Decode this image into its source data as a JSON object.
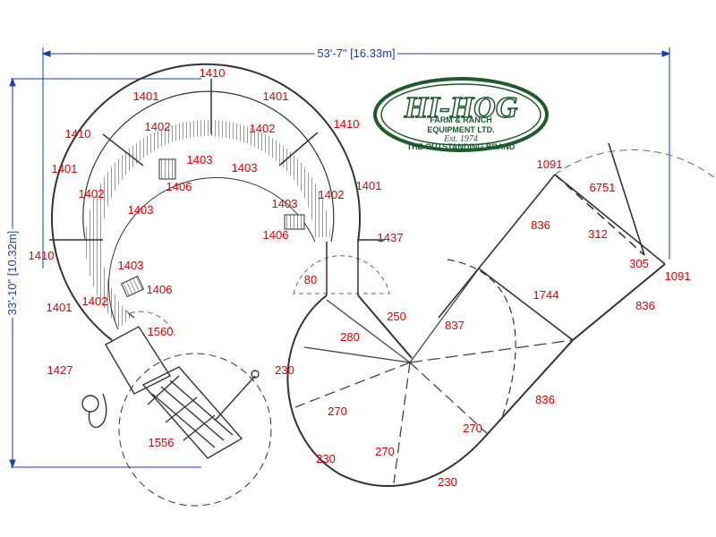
{
  "logo": {
    "brand": "HI-HOG",
    "line1": "FARM & RANCH",
    "line2": "EQUIPMENT LTD.",
    "est": "Est. 1974",
    "tagline": "THE OUTSTANDING BRAND",
    "color": "#1d5a2e"
  },
  "dimensions": {
    "width": "53'-7\" [16.33m]",
    "height": "33'-10\" [10.32m]"
  },
  "colors": {
    "part_label": "#e00000",
    "dimension": "#1a3fa8",
    "line": "#333333"
  },
  "part_labels": [
    {
      "id": "p1410a",
      "text": "1410"
    },
    {
      "id": "p1401a",
      "text": "1401"
    },
    {
      "id": "p1401b",
      "text": "1401"
    },
    {
      "id": "p1410b",
      "text": "1410"
    },
    {
      "id": "p1410c",
      "text": "1410"
    },
    {
      "id": "p1402a",
      "text": "1402"
    },
    {
      "id": "p1402b",
      "text": "1402"
    },
    {
      "id": "p1403a",
      "text": "1403"
    },
    {
      "id": "p1403b",
      "text": "1403"
    },
    {
      "id": "p1401c",
      "text": "1401"
    },
    {
      "id": "p1406a",
      "text": "1406"
    },
    {
      "id": "p1402c",
      "text": "1402"
    },
    {
      "id": "p1401d",
      "text": "1401"
    },
    {
      "id": "p1402d",
      "text": "1402"
    },
    {
      "id": "p1403c",
      "text": "1403"
    },
    {
      "id": "p1403d",
      "text": "1403"
    },
    {
      "id": "p1406b",
      "text": "1406"
    },
    {
      "id": "p1437",
      "text": "1437"
    },
    {
      "id": "p1410d",
      "text": "1410"
    },
    {
      "id": "p1403e",
      "text": "1403"
    },
    {
      "id": "p1406c",
      "text": "1406"
    },
    {
      "id": "p1402e",
      "text": "1402"
    },
    {
      "id": "p1401e",
      "text": "1401"
    },
    {
      "id": "p1560",
      "text": "1560"
    },
    {
      "id": "p1427",
      "text": "1427"
    },
    {
      "id": "p1556",
      "text": "1556"
    },
    {
      "id": "p80",
      "text": "80"
    },
    {
      "id": "p250",
      "text": "250"
    },
    {
      "id": "p280",
      "text": "280"
    },
    {
      "id": "p230a",
      "text": "230"
    },
    {
      "id": "p837",
      "text": "837"
    },
    {
      "id": "p270a",
      "text": "270"
    },
    {
      "id": "p270b",
      "text": "270"
    },
    {
      "id": "p270c",
      "text": "270"
    },
    {
      "id": "p230b",
      "text": "230"
    },
    {
      "id": "p230c",
      "text": "230"
    },
    {
      "id": "p1744",
      "text": "1744"
    },
    {
      "id": "p836a",
      "text": "836"
    },
    {
      "id": "p836b",
      "text": "836"
    },
    {
      "id": "p836c",
      "text": "836"
    },
    {
      "id": "p1091a",
      "text": "1091"
    },
    {
      "id": "p6751",
      "text": "6751"
    },
    {
      "id": "p312",
      "text": "312"
    },
    {
      "id": "p305",
      "text": "305"
    },
    {
      "id": "p1091b",
      "text": "1091"
    }
  ]
}
